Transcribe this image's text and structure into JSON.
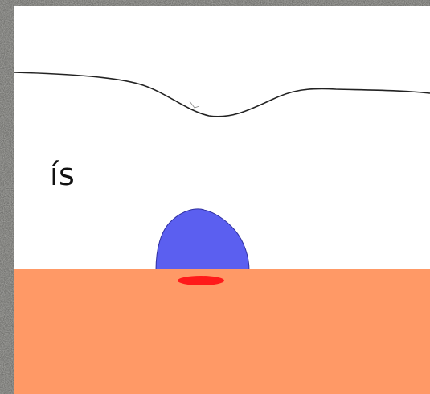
{
  "labels": {
    "ice_label": "ís"
  },
  "colors": {
    "background_stone": "#6f6f6c",
    "panel": "#ffffff",
    "bedrock": "#ff9966",
    "dome": "#5b5ff0",
    "lens": "#ff1a1a",
    "surface_line": "#222222"
  },
  "elements": {
    "surface_line": "ice-surface-profile",
    "dome": "subglacial-volcano-dome",
    "lens": "melt-lens",
    "ground": "bedrock-layer"
  }
}
